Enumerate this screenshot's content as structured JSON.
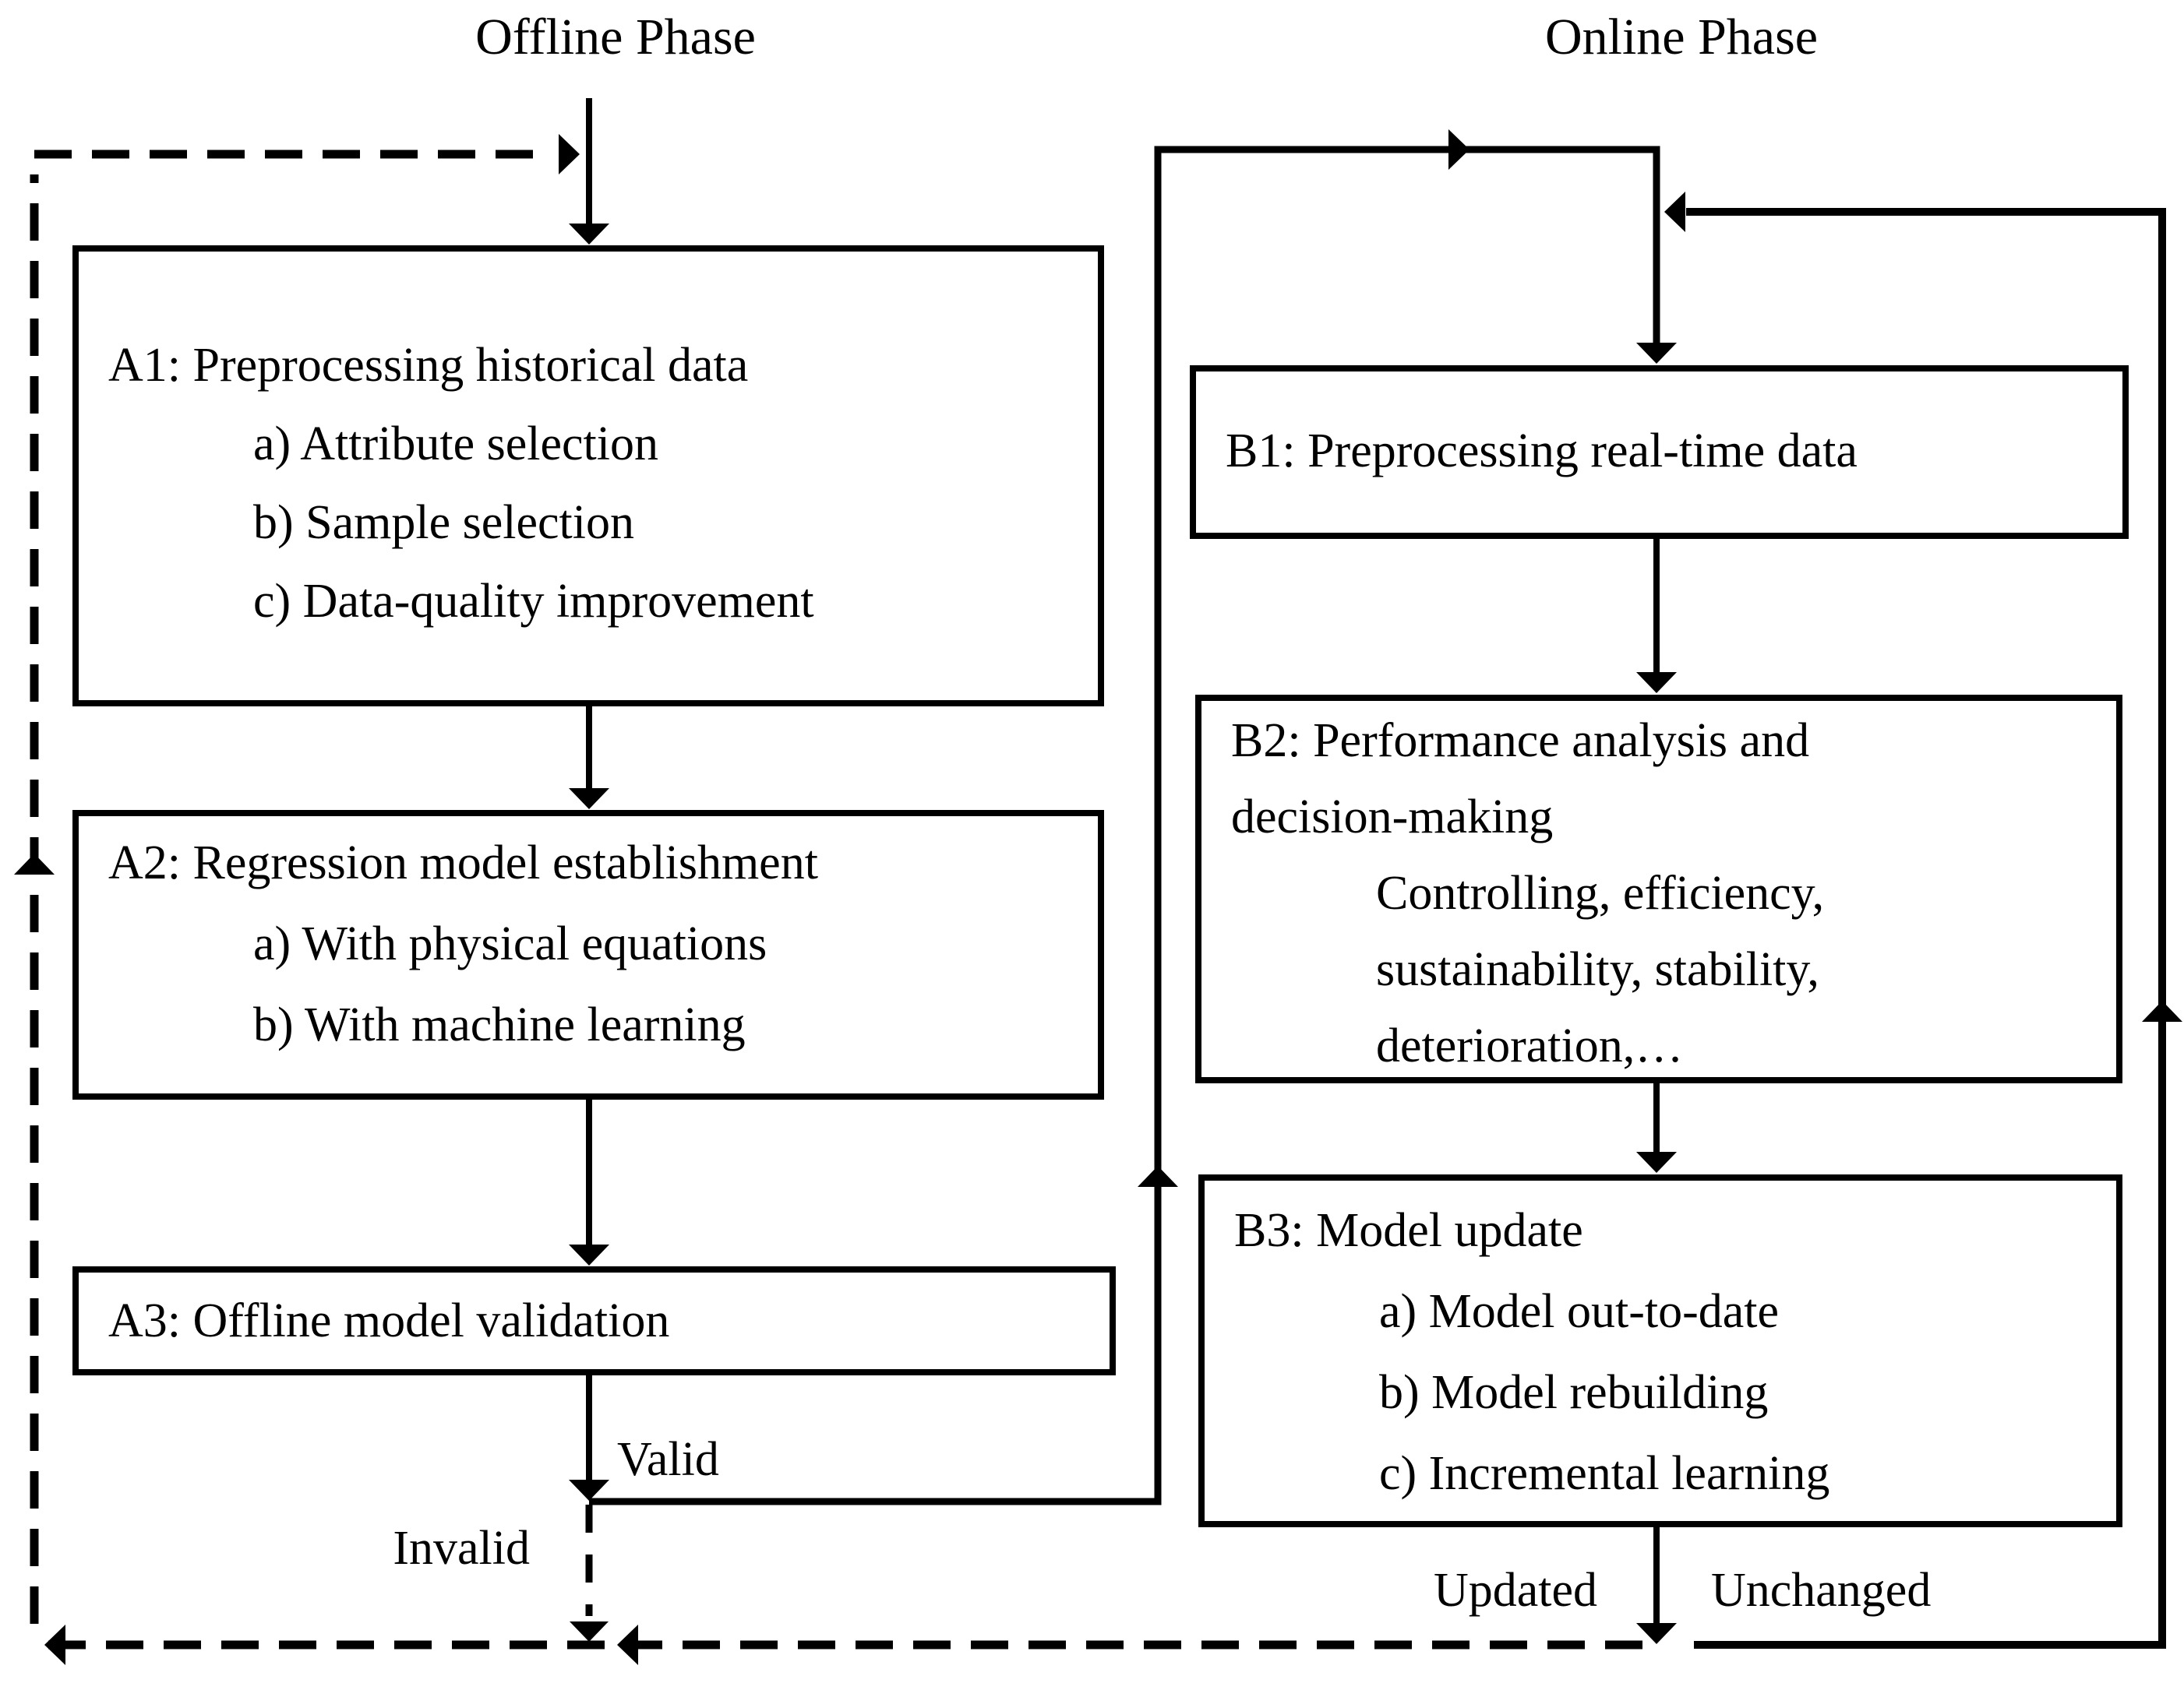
{
  "diagram": {
    "offline_title": "Offline Phase",
    "online_title": "Online Phase"
  },
  "boxes": {
    "a1": {
      "lines": [
        {
          "text": "A1: Preprocessing historical data",
          "indent": false
        },
        {
          "text": "a) Attribute selection",
          "indent": true
        },
        {
          "text": "b) Sample selection",
          "indent": true
        },
        {
          "text": "c) Data-quality improvement",
          "indent": true
        }
      ]
    },
    "a2": {
      "lines": [
        {
          "text": "A2: Regression model establishment",
          "indent": false
        },
        {
          "text": "a) With physical equations",
          "indent": true
        },
        {
          "text": "b) With machine learning",
          "indent": true
        }
      ]
    },
    "a3": {
      "lines": [
        {
          "text": "A3: Offline model validation",
          "indent": false
        }
      ]
    },
    "b1": {
      "lines": [
        {
          "text": "B1: Preprocessing real-time data",
          "indent": false
        }
      ]
    },
    "b2": {
      "lines": [
        {
          "text": "B2: Performance analysis and",
          "indent": false
        },
        {
          "text": "decision-making",
          "indent": false
        },
        {
          "text": "Controlling, efficiency,",
          "indent": true
        },
        {
          "text": "sustainability, stability,",
          "indent": true
        },
        {
          "text": "deterioration,…",
          "indent": true
        }
      ]
    },
    "b3": {
      "lines": [
        {
          "text": "B3: Model update",
          "indent": false
        },
        {
          "text": "a) Model out-to-date",
          "indent": true
        },
        {
          "text": "b) Model rebuilding",
          "indent": true
        },
        {
          "text": "c) Incremental learning",
          "indent": true
        }
      ]
    }
  },
  "edge_labels": {
    "valid": "Valid",
    "invalid": "Invalid",
    "updated": "Updated",
    "unchanged": "Unchanged"
  },
  "colors": {
    "line": "#000000",
    "text": "#000000",
    "background": "#ffffff"
  }
}
